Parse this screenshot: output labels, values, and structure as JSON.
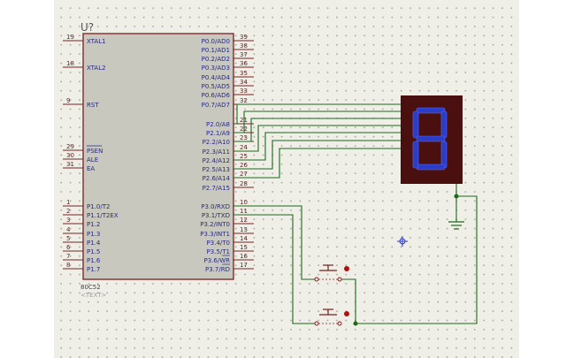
{
  "chip": {
    "ref": "U?",
    "part": "80C52",
    "text_placeholder": "<TEXT>",
    "left_pins": [
      {
        "num": "19",
        "label": "XTAL1"
      },
      {
        "num": "18",
        "label": "XTAL2"
      },
      {
        "num": "9",
        "label": "RST"
      },
      {
        "num": "29",
        "label": "PSEN"
      },
      {
        "num": "30",
        "label": "ALE"
      },
      {
        "num": "31",
        "label": "EA"
      },
      {
        "num": "1",
        "label": "P1.0/T2"
      },
      {
        "num": "2",
        "label": "P1.1/T2EX"
      },
      {
        "num": "3",
        "label": "P1.2"
      },
      {
        "num": "4",
        "label": "P1.3"
      },
      {
        "num": "5",
        "label": "P1.4"
      },
      {
        "num": "6",
        "label": "P1.5"
      },
      {
        "num": "7",
        "label": "P1.6"
      },
      {
        "num": "8",
        "label": "P1.7"
      }
    ],
    "right_pins": [
      {
        "num": "39",
        "label": "P0.0/AD0"
      },
      {
        "num": "38",
        "label": "P0.1/AD1"
      },
      {
        "num": "37",
        "label": "P0.2/AD2"
      },
      {
        "num": "36",
        "label": "P0.3/AD3"
      },
      {
        "num": "35",
        "label": "P0.4/AD4"
      },
      {
        "num": "34",
        "label": "P0.5/AD5"
      },
      {
        "num": "33",
        "label": "P0.6/AD6"
      },
      {
        "num": "32",
        "label": "P0.7/AD7"
      },
      {
        "num": "21",
        "label": "P2.0/A8"
      },
      {
        "num": "22",
        "label": "P2.1/A9"
      },
      {
        "num": "23",
        "label": "P2.2/A10"
      },
      {
        "num": "24",
        "label": "P2.3/A11"
      },
      {
        "num": "25",
        "label": "P2.4/A12"
      },
      {
        "num": "26",
        "label": "P2.5/A13"
      },
      {
        "num": "27",
        "label": "P2.6/A14"
      },
      {
        "num": "28",
        "label": "P2.7/A15"
      },
      {
        "num": "10",
        "label": "P3.0/RXD"
      },
      {
        "num": "11",
        "label": "P3.1/TXD"
      },
      {
        "num": "12",
        "label": "P3.2/INT0"
      },
      {
        "num": "13",
        "label": "P3.3/INT1"
      },
      {
        "num": "14",
        "label": "P3.4/T0"
      },
      {
        "num": "15",
        "label": "P3.5/T1"
      },
      {
        "num": "16",
        "label": "P3.6/WR"
      },
      {
        "num": "17",
        "label": "P3.7/RD"
      }
    ]
  },
  "display": {
    "digit": "8"
  },
  "colors": {
    "sheet": "#efefe7",
    "chip_body": "#c8c8bf",
    "chip_border": "#7a2020",
    "wire": "#1a6a1a",
    "display_body": "#4a1010",
    "segment": "#2a3cc8",
    "button": "#9a1010"
  }
}
